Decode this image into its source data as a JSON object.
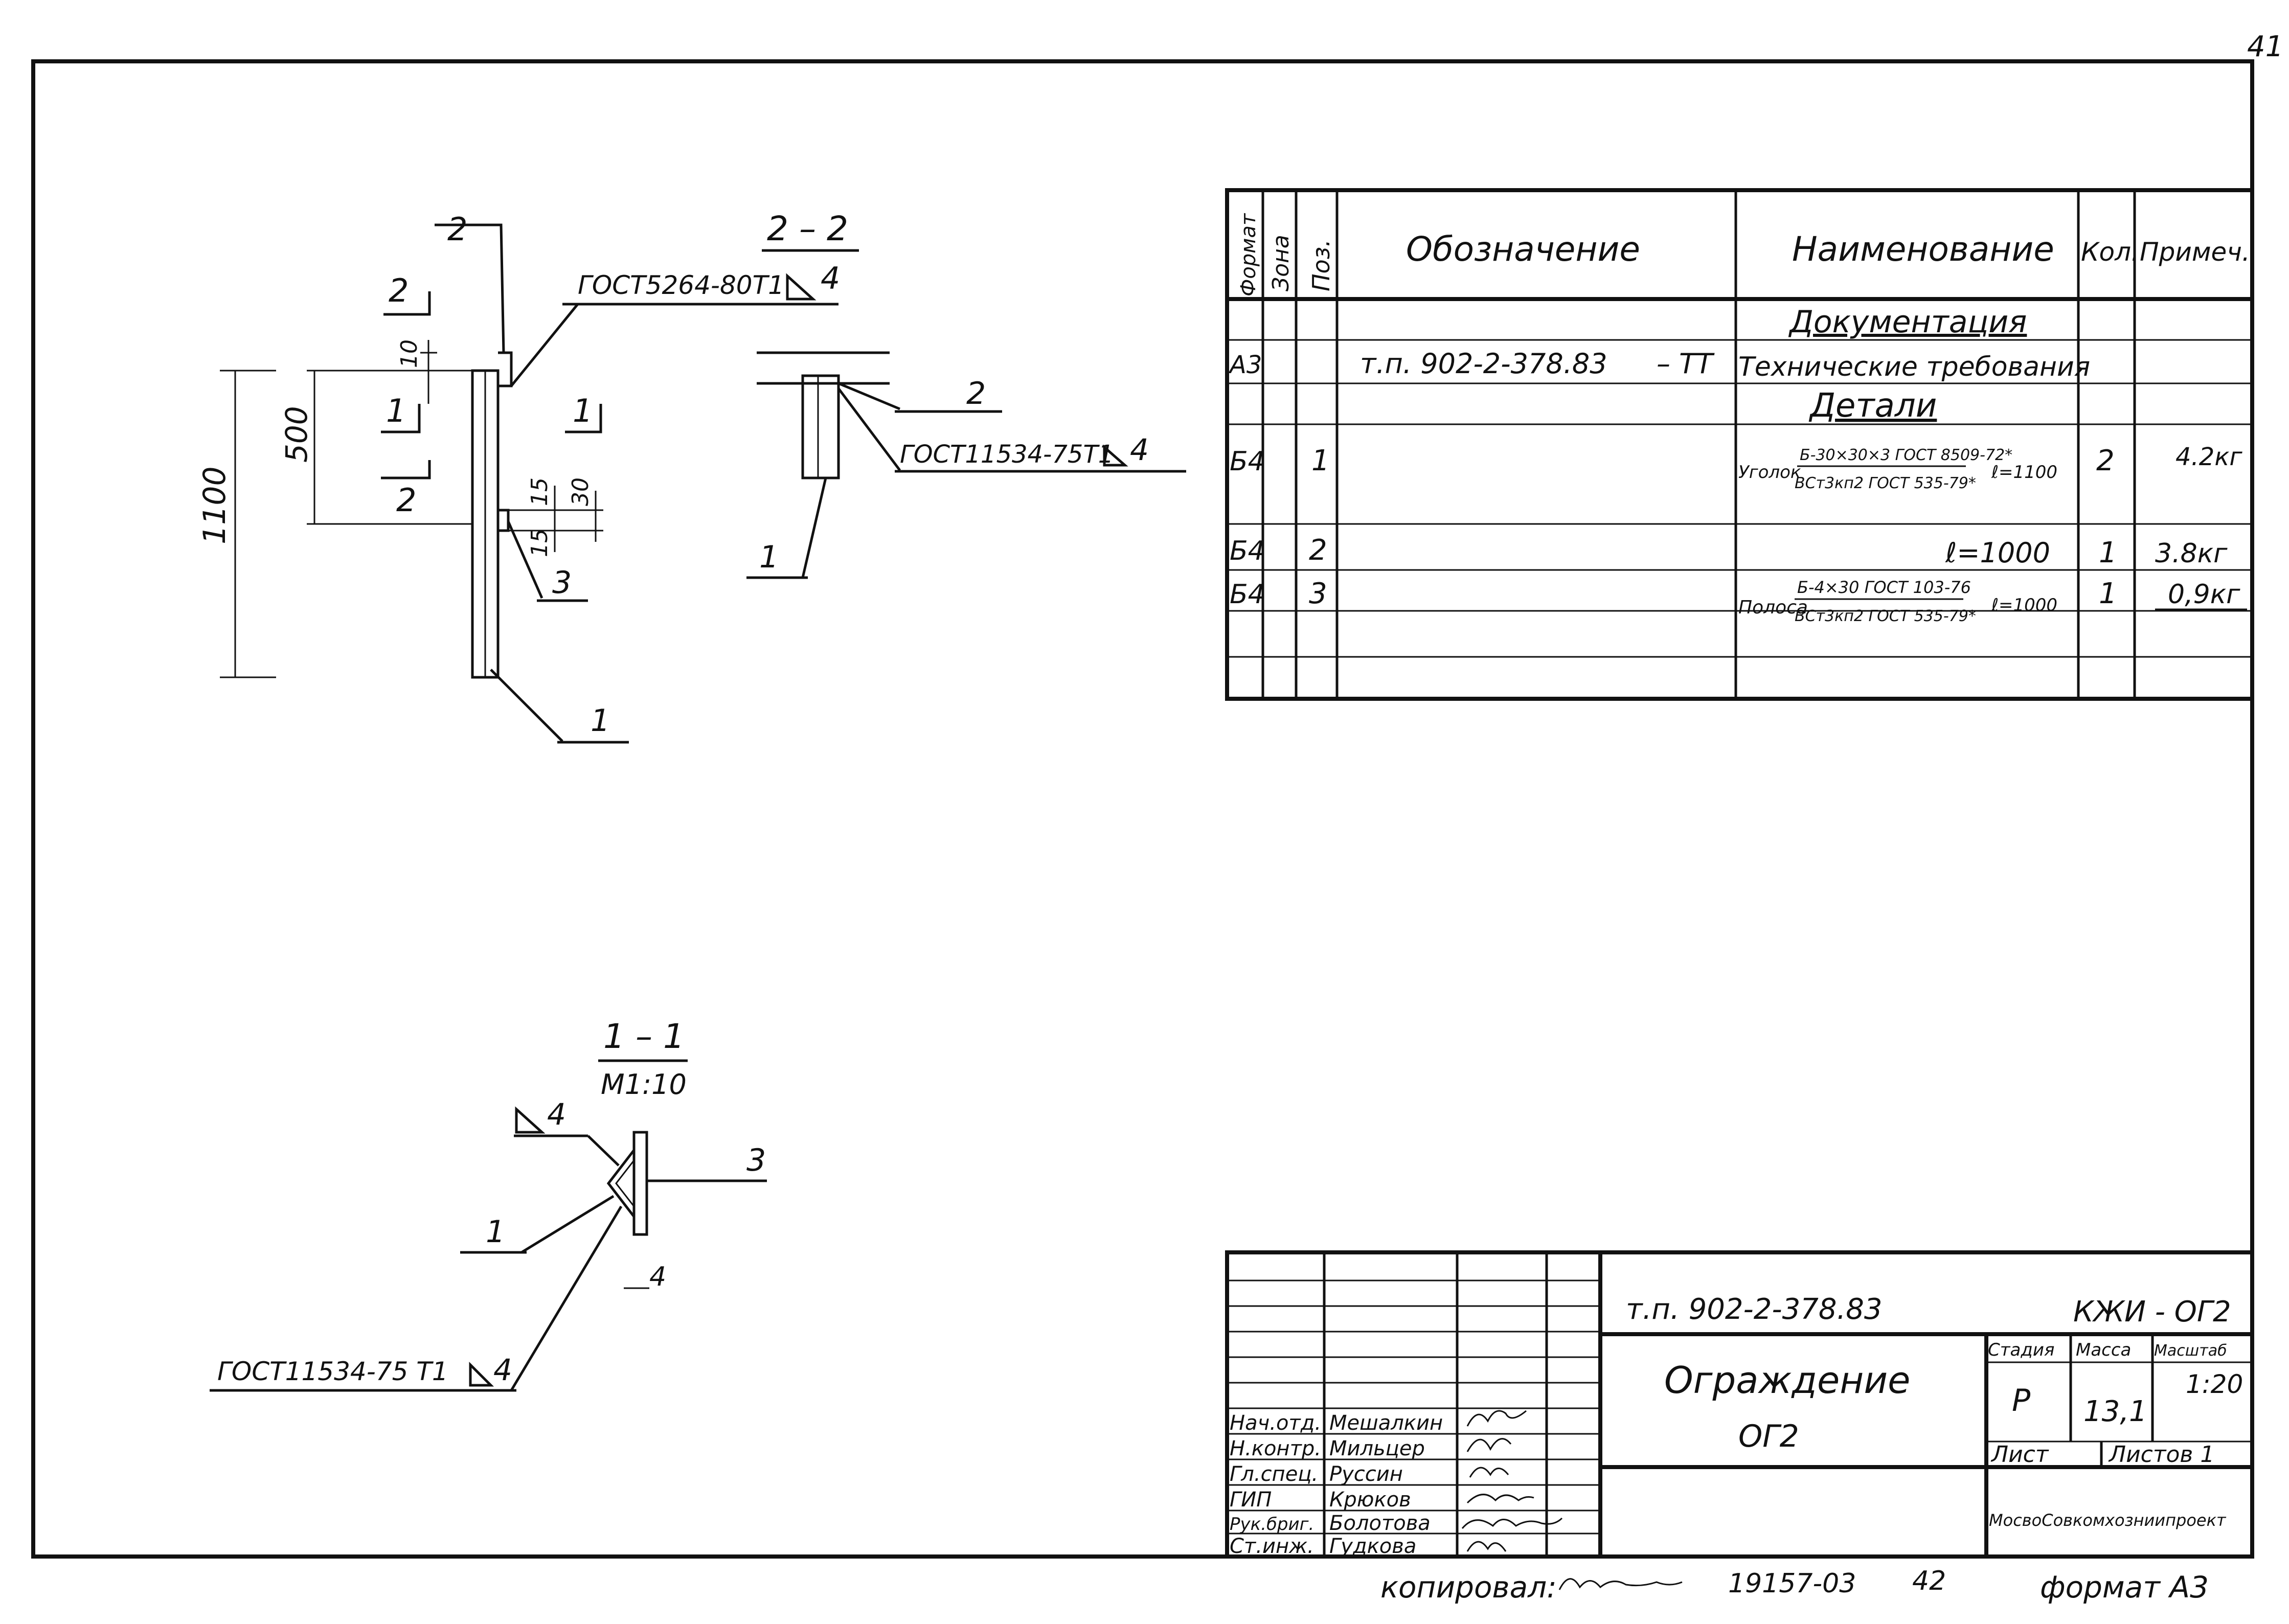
{
  "page_number": "41",
  "drawings": {
    "main": {
      "label_pos2": "2",
      "cut_2_left": "2",
      "cut_2_lower": "2",
      "cut_1_left": "1",
      "cut_1_right": "1",
      "weld_note": "ГОСТ5264-80Т1",
      "weld_size": "4",
      "dim_1100": "1100",
      "dim_500": "500",
      "dim_10": "10",
      "dim_15a": "15",
      "dim_30": "30",
      "dim_15b": "15",
      "pos3": "3",
      "pos1": "1"
    },
    "section_2_2": {
      "title": "2 – 2",
      "pos2": "2",
      "weld_note": "ГОСТ11534-75Т1",
      "weld_size": "4",
      "pos1": "1"
    },
    "section_1_1": {
      "title": "1 – 1",
      "scale": "М1:10",
      "weld_size_top": "4",
      "pos3": "3",
      "pos1": "1",
      "weld_size_bottom": "4",
      "weld_note": "ГОСТ11534-75 Т1",
      "weld_size_note": "4"
    }
  },
  "spec_table": {
    "headers": {
      "format": "Формат",
      "zone": "Зона",
      "pos": "Поз.",
      "designation": "Обозначение",
      "name": "Наименование",
      "qty": "Кол.",
      "note": "Примеч."
    },
    "section_docs": "Документация",
    "doc_row": {
      "format": "А3",
      "designation": "т.п. 902-2-378.83",
      "code": "– ТТ",
      "name": "Технические требования"
    },
    "section_parts": "Детали",
    "rows": [
      {
        "format": "Б4",
        "pos": "1",
        "name_prefix": "Уголок",
        "name_top": "Б-30×30×3 ГОСТ 8509-72*",
        "name_bottom": "ВСт3кп2 ГОСТ 535-79*",
        "length": "ℓ=1100",
        "qty": "2",
        "note": "4.2кг"
      },
      {
        "format": "Б4",
        "pos": "2",
        "length": "ℓ=1000",
        "qty": "1",
        "note": "3.8кг"
      },
      {
        "format": "Б4",
        "pos": "3",
        "name_prefix": "Полоса",
        "name_top": "Б-4×30 ГОСТ 103-76",
        "name_bottom": "ВСт3кп2 ГОСТ 535-79*",
        "length": "ℓ=1000",
        "qty": "1",
        "note": "0,9кг"
      }
    ]
  },
  "title_block": {
    "doc_number": "т.п. 902-2-378.83",
    "sheet_code": "КЖИ - ОГ2",
    "title_line1": "Ограждение",
    "title_line2": "ОГ2",
    "stage_label": "Стадия",
    "mass_label": "Масса",
    "scale_label": "Масштаб",
    "stage": "Р",
    "mass": "13,1",
    "scale": "1:20",
    "sheet_label": "Лист",
    "sheets_label": "Листов 1",
    "organization": "МосвоСовкомхозниипроект",
    "staff": [
      {
        "role": "Нач.отд.",
        "name": "Мешалкин"
      },
      {
        "role": "Н.контр.",
        "name": "Мильцер"
      },
      {
        "role": "Гл.спец.",
        "name": "Руссин"
      },
      {
        "role": "ГИП",
        "name": "Крюков"
      },
      {
        "role": "Рук.бриг.",
        "name": "Болотова"
      },
      {
        "role": "Ст.инж.",
        "name": "Гудкова"
      }
    ]
  },
  "footer": {
    "copied_label": "копировал:",
    "archive_number": "19157-03",
    "sheet_index": "42",
    "format": "формат А3"
  }
}
